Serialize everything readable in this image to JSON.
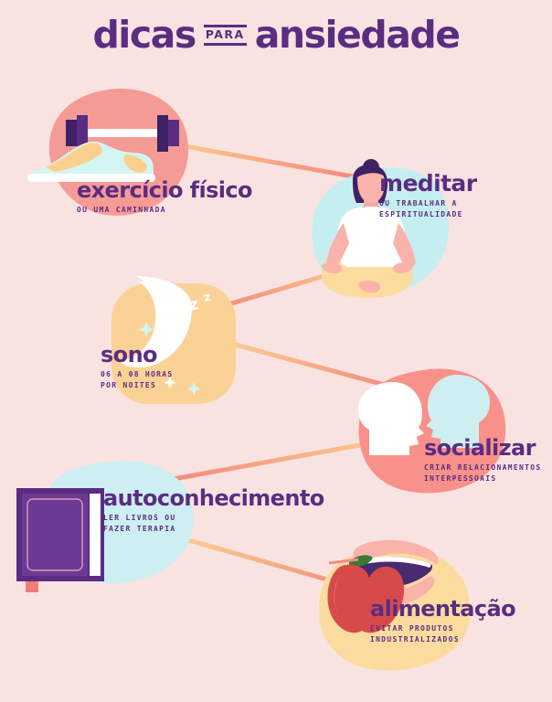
{
  "poster": {
    "background_color": "#f8e3e1",
    "accent_purple": "#5b2d82",
    "title": {
      "part1": "dicas",
      "badge": "PARA",
      "part2": "ansiedade"
    }
  },
  "tips": [
    {
      "id": "exercicio",
      "title": "exercício físico",
      "subtitle": "OU UMA CAMINHADA",
      "blob_color": "#f59b96",
      "icon": "dumbbell-and-sneaker-icon"
    },
    {
      "id": "meditar",
      "title": "meditar",
      "subtitle": "OU TRABALHAR A\nESPIRITUALIDADE",
      "blob_color": "#c5eef0",
      "icon": "meditating-person-icon"
    },
    {
      "id": "sono",
      "title": "sono",
      "subtitle": "06 A 08 HORAS\nPOR NOITES",
      "blob_color": "#fbd296",
      "icon": "crescent-moon-zzz-icon"
    },
    {
      "id": "socializar",
      "title": "socializar",
      "subtitle": "CRIAR RELACIONAMENTOS\nINTERPESSOAIS",
      "blob_color": "#f79189",
      "icon": "two-talking-heads-icon"
    },
    {
      "id": "autoconhecimento",
      "title": "autoconhecimento",
      "subtitle": "LER LIVROS OU\nFAZER TERAPIA",
      "blob_color": "#cdeff1",
      "icon": "closed-book-icon"
    },
    {
      "id": "alimentacao",
      "title": "alimentação",
      "subtitle": "EVITAR PRODUTOS\nINDUSTRIALIZADOS",
      "blob_color": "#fbdc9e",
      "icon": "mouth-and-apple-icon"
    }
  ],
  "connectors": [
    {
      "from": "exercicio",
      "to": "meditar",
      "color_start": "#fbcf8e",
      "color_end": "#f4847e"
    },
    {
      "from": "meditar",
      "to": "sono",
      "color_start": "#fbcf8e",
      "color_end": "#f4847e"
    },
    {
      "from": "sono",
      "to": "socializar",
      "color_start": "#fbcf8e",
      "color_end": "#f4847e"
    },
    {
      "from": "socializar",
      "to": "autoconhecimento",
      "color_start": "#fbcf8e",
      "color_end": "#f4847e"
    },
    {
      "from": "autoconhecimento",
      "to": "alimentacao",
      "color_start": "#fbcf8e",
      "color_end": "#f4847e"
    }
  ]
}
